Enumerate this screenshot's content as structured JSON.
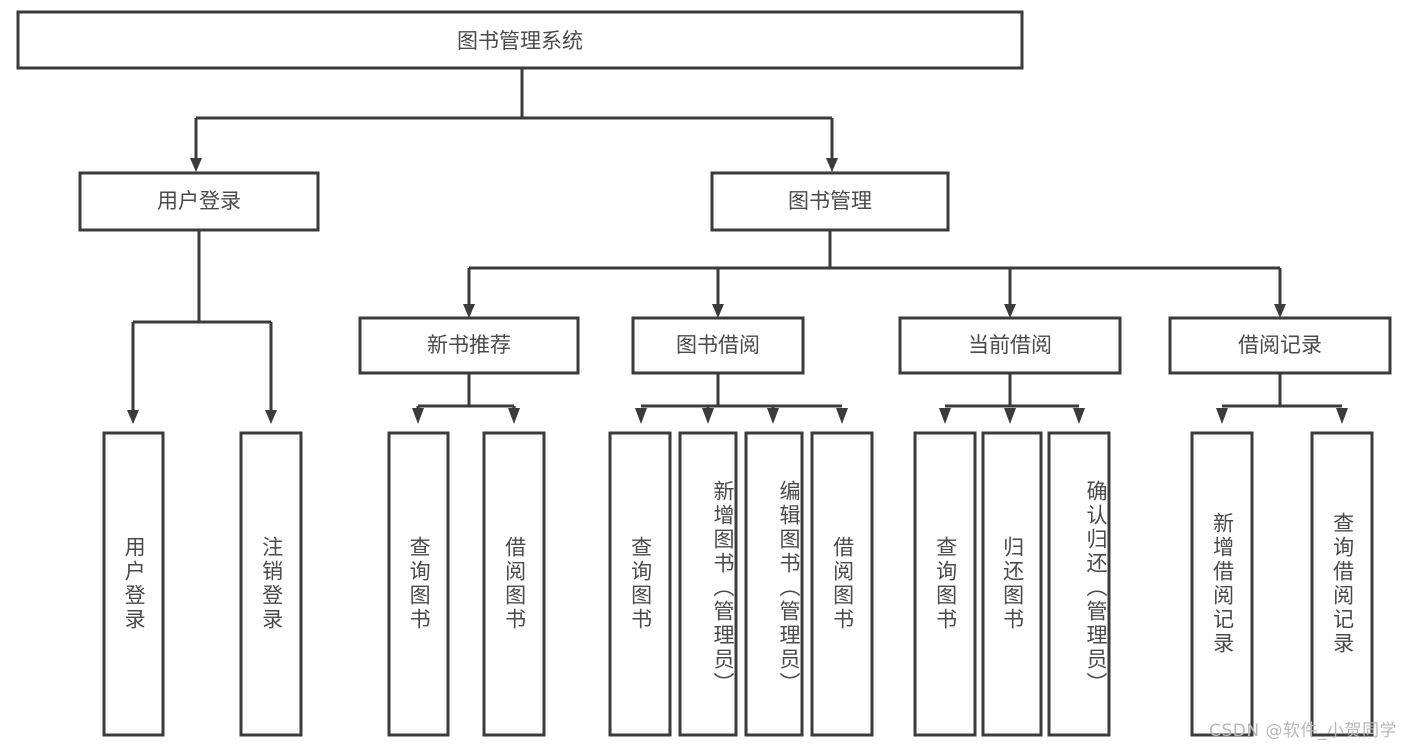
{
  "diagram": {
    "title": "图书管理系统",
    "type": "tree",
    "watermark": "CSDN @软件_小贺同学",
    "colors": {
      "box_stroke": "#3b3b3b",
      "box_fill": "#ffffff",
      "text": "#4a4a4a",
      "connector": "#3b3b3b",
      "watermark": "#b9b9b9",
      "background": "#ffffff"
    },
    "root": {
      "label": "图书管理系统"
    },
    "level1": [
      {
        "label": "用户登录"
      },
      {
        "label": "图书管理"
      }
    ],
    "level2": [
      {
        "label": "新书推荐"
      },
      {
        "label": "图书借阅"
      },
      {
        "label": "当前借阅"
      },
      {
        "label": "借阅记录"
      }
    ],
    "leaves": {
      "user_login": [
        {
          "label": "用户登录"
        },
        {
          "label": "注销登录"
        }
      ],
      "new_book_recommend": [
        {
          "label": "查询图书"
        },
        {
          "label": "借阅图书"
        }
      ],
      "book_borrow": [
        {
          "label": "查询图书"
        },
        {
          "label": "新增图书（管理员）"
        },
        {
          "label": "编辑图书（管理员）"
        },
        {
          "label": "借阅图书"
        }
      ],
      "current_borrow": [
        {
          "label": "查询图书"
        },
        {
          "label": "归还图书"
        },
        {
          "label": "确认归还（管理员）"
        }
      ],
      "borrow_record": [
        {
          "label": "新增借阅记录"
        },
        {
          "label": "查询借阅记录"
        }
      ]
    }
  }
}
